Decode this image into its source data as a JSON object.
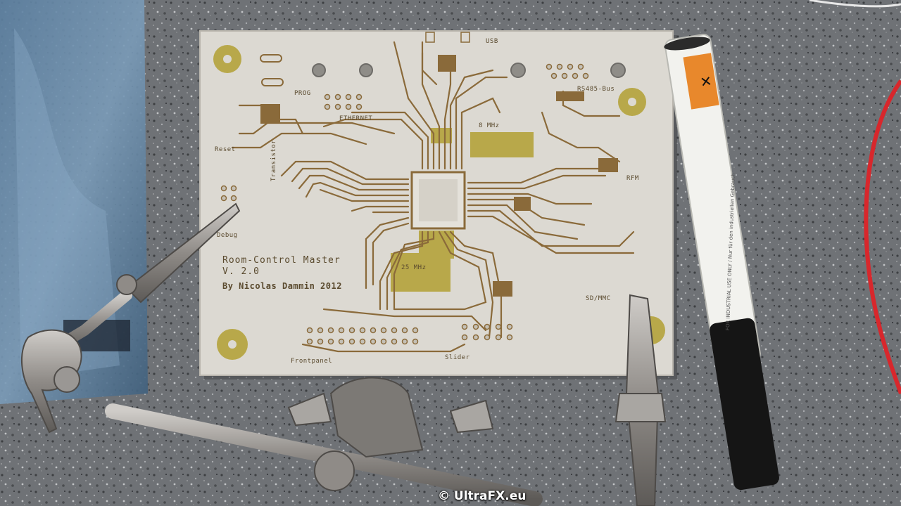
{
  "photo": {
    "watermark": "© UltraFX.eu",
    "colors": {
      "granite": "#6f7276",
      "board": "#dcd9d2",
      "copper": "#8a6a3a",
      "pad_gold": "#b8a84a",
      "clamp_steel": "#9a9794",
      "wire": "#d8272c",
      "hazard_orange": "#e8882c",
      "pen_body": "#f2f2ee",
      "pen_cap": "#151515"
    }
  },
  "pcb": {
    "title": "Room-Control Master",
    "version": "V. 2.0",
    "author": "By Nicolas Dammin 2012",
    "labels": {
      "usb": "USB",
      "ethernet": "ETHERNET",
      "crystal_8": "8 MHz",
      "crystal_25": "25 MHz",
      "reset": "Reset",
      "debug": "Debug",
      "frontpanel": "Frontpanel",
      "slider": "Slider",
      "sd": "SD/MMC",
      "rfm": "RFM",
      "bus": "RS485-Bus",
      "prog": "PROG",
      "transistor": "Transistor"
    }
  },
  "pen": {
    "hazard_symbol": "✕",
    "fine_print": "FOR INDUSTRIAL USE ONLY / Nur für den industriellen Gebrauch"
  }
}
